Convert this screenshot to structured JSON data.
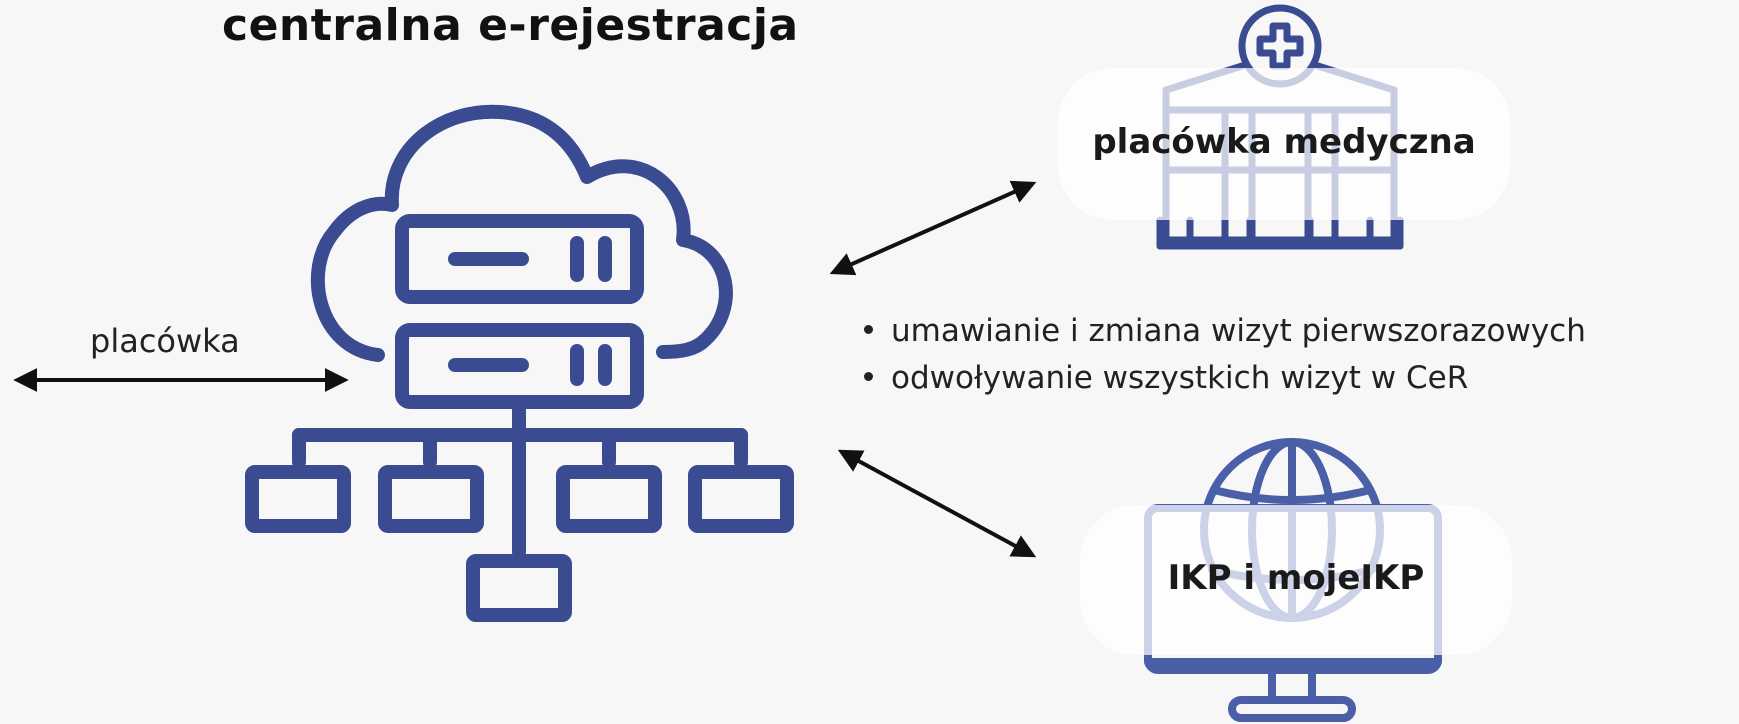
{
  "title": "centralna e-rejestracja",
  "left_label": "placówka",
  "nodes": {
    "medical": {
      "label": "placówka medyczna",
      "icon": "hospital-icon"
    },
    "ikp": {
      "label": "IKP i mojeIKP",
      "icon": "globe-monitor-icon"
    }
  },
  "center_icon": "cloud-server-network-icon",
  "bullets": [
    "umawianie i zmiana wizyt pierwszorazowych",
    "odwoływanie wszystkich wizyt w CeR"
  ],
  "colors": {
    "icon": "#3a4b92",
    "icon_light": "#4a5fa8",
    "text": "#1a1a1a",
    "background": "#f7f7f7"
  }
}
